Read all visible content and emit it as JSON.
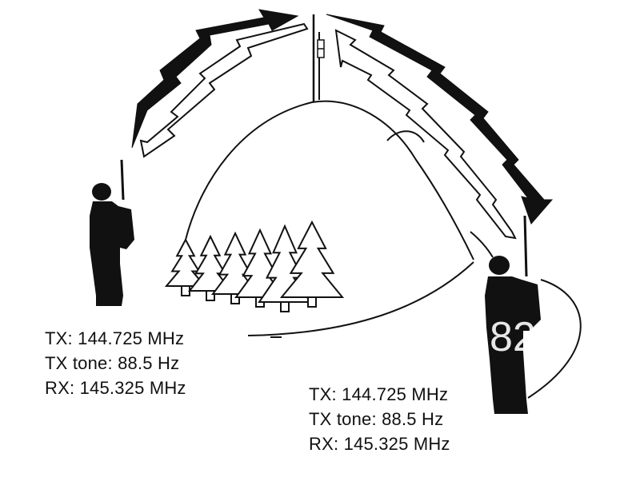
{
  "colors": {
    "ink": "#111111",
    "background": "#ffffff"
  },
  "icons": [
    "repeater-tower-icon",
    "mountain-icon",
    "pine-tree-icon",
    "hiker-radio-silhouette-icon",
    "lightning-arrow-icon"
  ],
  "left_station": {
    "tx": "TX: 144.725 MHz",
    "tone": "TX tone: 88.5 Hz",
    "rx": "RX: 145.325 MHz"
  },
  "right_station": {
    "tx": "TX: 144.725 MHz",
    "tone": "TX tone: 88.5 Hz",
    "rx": "RX: 145.325 MHz"
  },
  "watermark": "82"
}
